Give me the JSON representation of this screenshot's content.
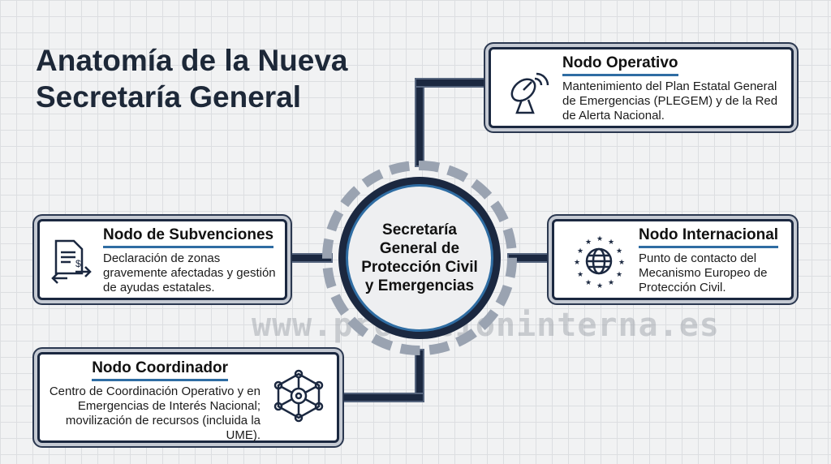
{
  "title_line1": "Anatomía de la Nueva",
  "title_line2": "Secretaría General",
  "center": {
    "line1": "Secretaría",
    "line2": "General de",
    "line3": "Protección Civil",
    "line4": "y Emergencias"
  },
  "nodes": {
    "operativo": {
      "title": "Nodo Operativo",
      "text": "Mantenimiento del Plan Estatal General de Emergencias (PLEGEM) y de la Red de Alerta Nacional.",
      "icon": "satellite-dish-icon"
    },
    "subvenciones": {
      "title": "Nodo de Subvenciones",
      "text": "Declaración de zonas gravemente afectadas y gestión de ayudas estatales.",
      "icon": "document-money-icon"
    },
    "internacional": {
      "title": "Nodo Internacional",
      "text": "Punto de contacto del Mecanismo Europeo de Protección Civil.",
      "icon": "eu-globe-icon"
    },
    "coordinador": {
      "title": "Nodo Coordinador",
      "text": "Centro de Coordinación Operativo y en Emergencias de Interés Nacional; movilización de recursos (incluida la UME).",
      "icon": "network-gears-icon"
    }
  },
  "watermark": "www.promocioninterna.es",
  "colors": {
    "navy": "#1b2840",
    "accent": "#2f6da3"
  }
}
